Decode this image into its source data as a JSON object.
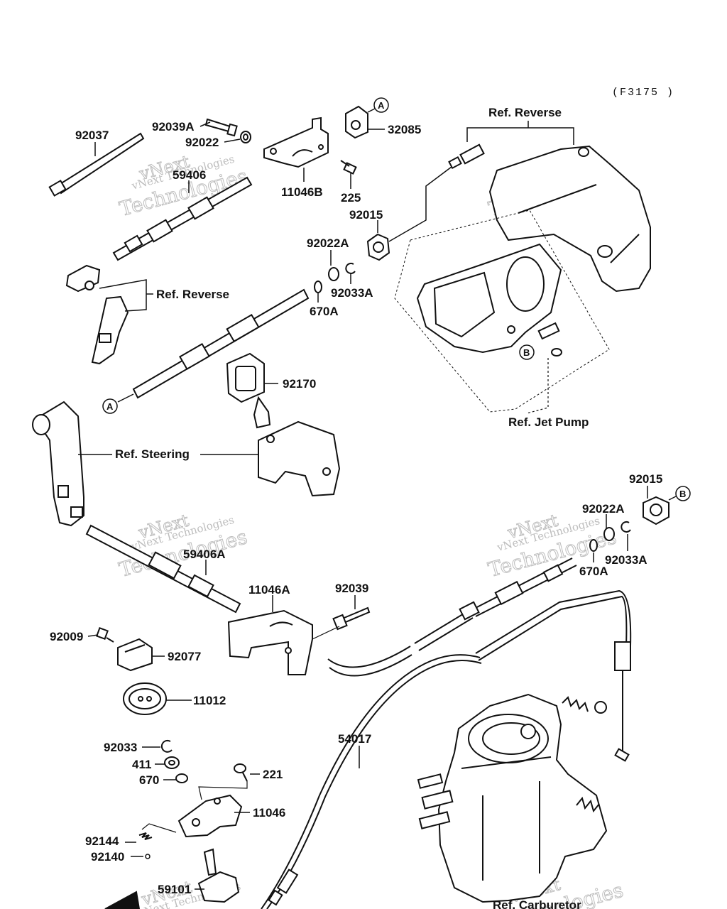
{
  "diagram_code": "(F3175 )",
  "parts": {
    "p92037": "92037",
    "p92039A": "92039A",
    "p92022": "92022",
    "p11046B": "11046B",
    "p32085": "32085",
    "p225": "225",
    "p59406": "59406",
    "p92015a": "92015",
    "p92022Aa": "92022A",
    "p92033Aa": "92033A",
    "p670Aa": "670A",
    "p92170": "92170",
    "p92015b": "92015",
    "p92022Ab": "92022A",
    "p92033Ab": "92033A",
    "p670Ab": "670A",
    "p59406A": "59406A",
    "p11046A": "11046A",
    "p92039": "92039",
    "p92009": "92009",
    "p92077": "92077",
    "p11012": "11012",
    "p54017": "54017",
    "p92033": "92033",
    "p411": "411",
    "p670": "670",
    "p221": "221",
    "p11046": "11046",
    "p92144": "92144",
    "p92140": "92140",
    "p59101": "59101"
  },
  "references": {
    "reverse_top": "Ref. Reverse",
    "reverse_left": "Ref. Reverse",
    "jet_pump": "Ref. Jet Pump",
    "steering": "Ref. Steering",
    "carburetor": "Ref. Carburetor"
  },
  "markers": {
    "a_top": "A",
    "a_cable": "A",
    "b_pump": "B",
    "b_right": "B"
  },
  "watermark": {
    "line1": "vNext",
    "line2": "Technologies",
    "small": "vNext Technologies"
  }
}
